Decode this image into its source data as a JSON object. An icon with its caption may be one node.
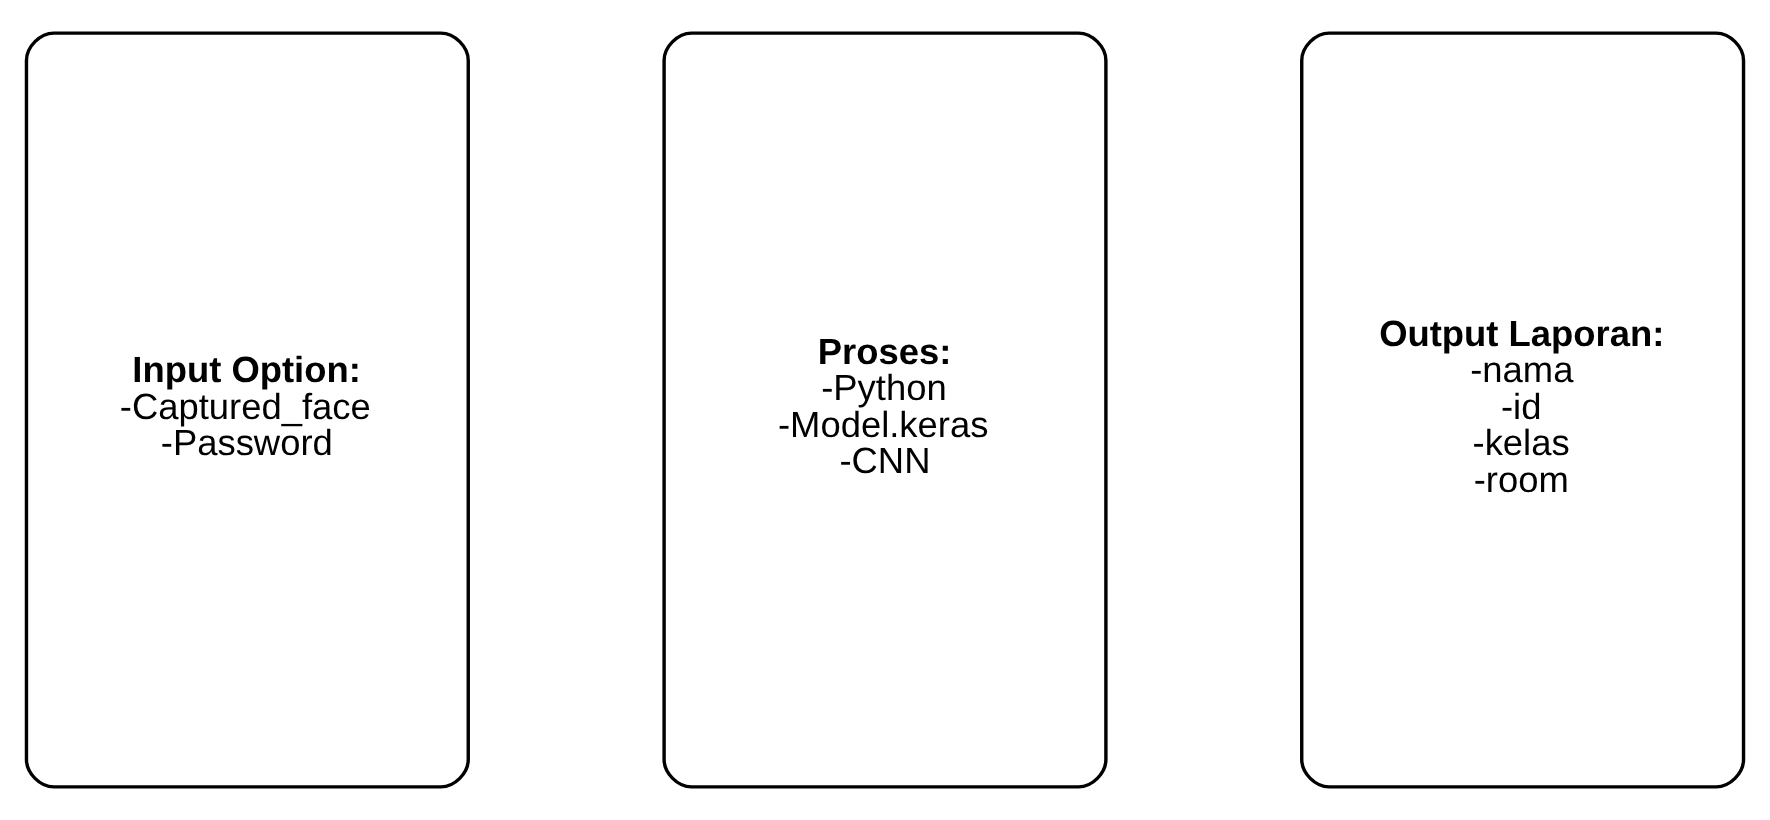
{
  "diagram": {
    "nodes": [
      {
        "text": [
          "Input Option:",
          "-Captured_face",
          "-Password"
        ]
      },
      {
        "text": [
          "Proses:",
          "-Python",
          "-Model.keras",
          "-CNN"
        ]
      },
      {
        "text": [
          "Output Laporan:",
          "-nama",
          "-id",
          "-kelas",
          "-room"
        ]
      }
    ]
  }
}
